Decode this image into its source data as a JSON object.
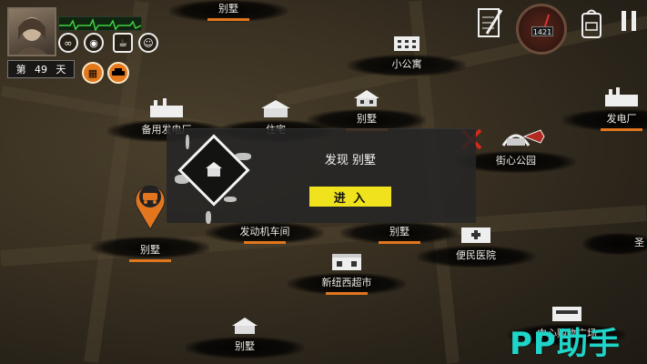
{
  "hud": {
    "day_prefix": "第",
    "day_number": "49",
    "day_suffix": "天",
    "clock_time": "1421"
  },
  "dialog": {
    "title": "发现 别墅",
    "enter_label": "进 入"
  },
  "locations": {
    "villa_top": "别墅",
    "small_apartment": "小公寓",
    "villa_mid": "别墅",
    "power_plant_right": "发电厂",
    "backup_power": "备用发电厂",
    "residence_partial": "住宅",
    "central_park": "街心公园",
    "villa_left": "别墅",
    "engine_room": "发动机车间",
    "villa_center": "别墅",
    "convenience_hospital": "便民医院",
    "new_york_west_market": "新纽西超市",
    "villa_bottom": "别墅",
    "shopping_center": "中心购物广场",
    "edge_partial": "圣"
  },
  "watermark": "PP助手",
  "colors": {
    "accent_orange": "#e2761f",
    "enter_yellow": "#f0e21d",
    "watermark_teal": "#1fd4c8"
  }
}
